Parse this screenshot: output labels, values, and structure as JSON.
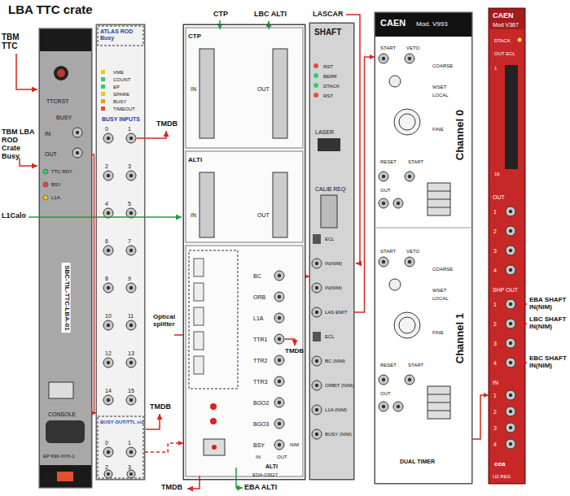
{
  "diagram": {
    "title": "LBA TTC crate",
    "nodes": [
      {
        "text": [
          "TTCRST",
          "BUSY",
          "IN",
          "OUT",
          "TTC RDY",
          "BSY",
          "L1A",
          "SBC-TIL-TTC-LBA-01",
          "CONSOLE",
          "EP 690-XXX-1"
        ]
      },
      {
        "text": [
          "ATLAS ROD Busy",
          "VME",
          "COUNT",
          "EP",
          "SPARE",
          "BUSY",
          "TIMEOUT",
          "BUSY INPUTS",
          "0",
          "1",
          "2",
          "3",
          "4",
          "5",
          "6",
          "7",
          "8",
          "9",
          "10",
          "11",
          "12",
          "13",
          "14",
          "15",
          "BUSY OUT/TTL o/c",
          "0",
          "1",
          "2",
          "3"
        ]
      },
      {
        "text": [
          "CTP",
          "IN",
          "OUT",
          "ALTI",
          "IN",
          "OUT",
          "BC",
          "ORB",
          "L1A",
          "TTR1",
          "TTR2",
          "TTR3",
          "BGO2",
          "BGO3",
          "BSY",
          "NIM",
          "IN",
          "OUT",
          "ALTI",
          "EDA-03627"
        ]
      },
      {
        "text": [
          "SHAFT",
          "RST",
          "BERR",
          "DTACK",
          "RST",
          "LASER",
          "CALIB REQ",
          "ECL",
          "IN(NIM)",
          "IN(NIM)",
          "LAS EMIT",
          "ECL",
          "BC (NIM)",
          "ORBIT (NIM)",
          "L1A (NIM)",
          "BUSY (NIM)"
        ]
      },
      {
        "text": [
          "CAEN",
          "Mod. V993",
          "START",
          "VETO",
          "COARSE",
          "WSET",
          "LOCAL",
          "FINE",
          "RESET",
          "START",
          "OUT",
          "Channel 0",
          "START",
          "VETO",
          "COARSE",
          "WSET",
          "LOCAL",
          "FINE",
          "RESET",
          "START",
          "OUT",
          "Channel 1",
          "DUAL TIMER"
        ]
      },
      {
        "text": [
          "CAEN",
          "Mod V367",
          "DTACK",
          "OUT ECL",
          "1",
          "16",
          "OUT",
          "1",
          "2",
          "3",
          "4",
          "SHP OUT",
          "1",
          "2",
          "3",
          "4",
          "IN",
          "1",
          "2",
          "3",
          "4",
          "cea",
          "U2 REG"
        ]
      }
    ],
    "edges": [
      {
        "from": 0,
        "to": 1,
        "arrow": "to"
      },
      {
        "from": 1,
        "to": 2,
        "arrow": "to"
      },
      {
        "from": 2,
        "to": 3,
        "arrow": "to"
      },
      {
        "from": 3,
        "to": 4,
        "arrow": "to"
      },
      {
        "from": 4,
        "to": 5,
        "arrow": "to"
      }
    ],
    "labels": [
      "TBM TTC",
      "CTP",
      "LBC ALTI",
      "LASCAR",
      "TBM LBA ROD Crate Busy",
      "TMDB",
      "L1Calo",
      "Optical splitter",
      "TMDB",
      "TMDB",
      "TMDB",
      "EBA ALTI",
      "EBA SHAFT IN(NIM)",
      "LBC SHAFT IN(NIM)",
      "EBC SHAFT IN(NIM)"
    ]
  }
}
